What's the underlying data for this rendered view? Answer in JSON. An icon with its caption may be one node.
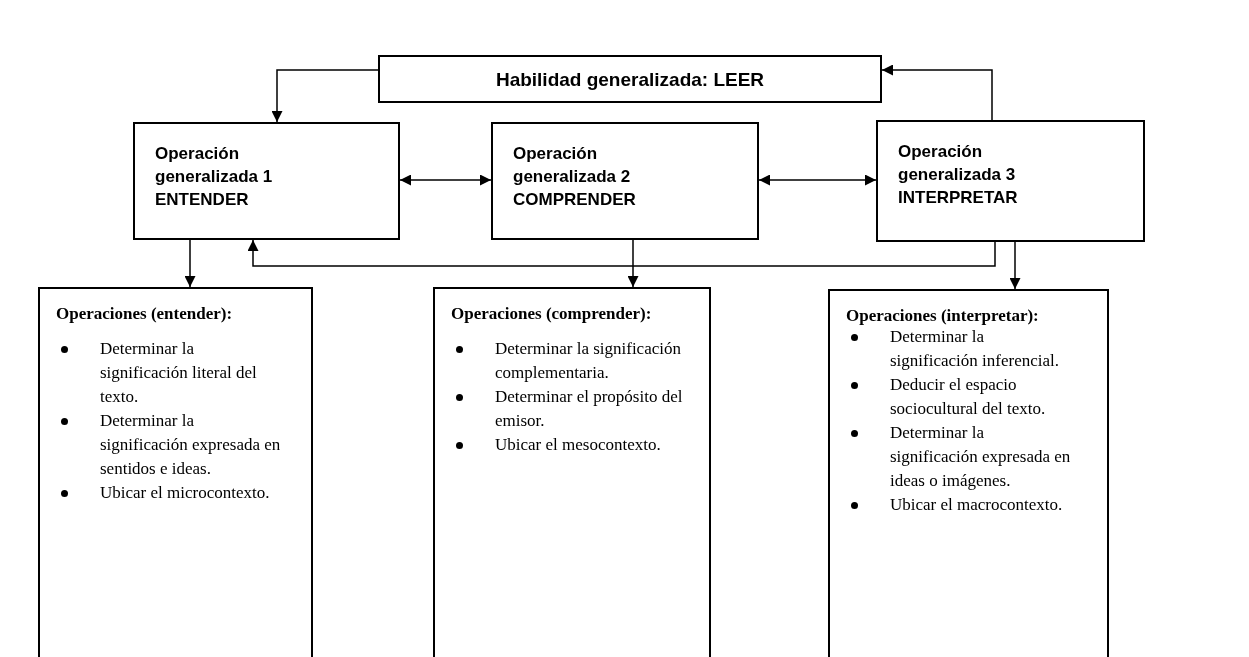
{
  "diagram": {
    "nodes": [
      {
        "text": [
          "Habilidad generalizada: LEER"
        ]
      },
      {
        "text": [
          "Operación generalizada 1",
          "ENTENDER"
        ]
      },
      {
        "text": [
          "Operación generalizada 2",
          "COMPRENDER"
        ]
      },
      {
        "text": [
          "Operación generalizada 3",
          "INTERPRETAR"
        ]
      },
      {
        "text": [
          "Operaciones (entender):",
          "Determinar la significación literal del texto.",
          "Determinar la significación expresada en sentidos e ideas.",
          "Ubicar el microcontexto."
        ]
      },
      {
        "text": [
          "Operaciones (comprender):",
          "Determinar la significación complementaria.",
          "Determinar el propósito del emisor.",
          "Ubicar el mesocontexto."
        ]
      },
      {
        "text": [
          "Operaciones (interpretar):",
          "Determinar la significación inferencial.",
          "Deducir el espacio sociocultural del texto.",
          "Determinar la significación expresada en ideas o imágenes.",
          "Ubicar el macrocontexto."
        ]
      }
    ],
    "edges": [
      {
        "from": 0,
        "to": 1,
        "arrow": "to"
      },
      {
        "from": 1,
        "to": 2,
        "arrow": "both"
      },
      {
        "from": 2,
        "to": 3,
        "arrow": "both"
      },
      {
        "from": 3,
        "to": 0,
        "arrow": "to"
      },
      {
        "from": 1,
        "to": 4,
        "arrow": "to"
      },
      {
        "from": 2,
        "to": 5,
        "arrow": "to"
      },
      {
        "from": 3,
        "to": 6,
        "arrow": "to"
      },
      {
        "from": 3,
        "to": 1,
        "arrow": "to"
      }
    ]
  }
}
